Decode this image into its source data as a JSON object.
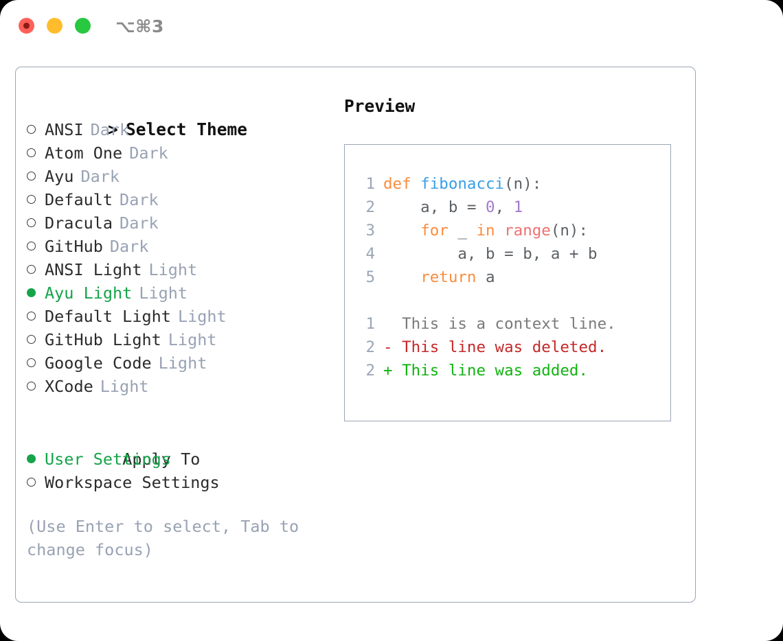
{
  "titlebar": {
    "shortcut": "⌥⌘3",
    "lights": [
      "close-red",
      "minimize-yellow",
      "zoom-green"
    ]
  },
  "theme_panel": {
    "header": "Select Theme",
    "header_prefix": "> ",
    "items": [
      {
        "label": "ANSI",
        "tag": "Dark",
        "selected": false
      },
      {
        "label": "Atom One",
        "tag": "Dark",
        "selected": false
      },
      {
        "label": "Ayu",
        "tag": "Dark",
        "selected": false
      },
      {
        "label": "Default",
        "tag": "Dark",
        "selected": false
      },
      {
        "label": "Dracula",
        "tag": "Dark",
        "selected": false
      },
      {
        "label": "GitHub",
        "tag": "Dark",
        "selected": false
      },
      {
        "label": "ANSI Light",
        "tag": "Light",
        "selected": false
      },
      {
        "label": "Ayu Light",
        "tag": "Light",
        "selected": true
      },
      {
        "label": "Default Light",
        "tag": "Light",
        "selected": false
      },
      {
        "label": "GitHub Light",
        "tag": "Light",
        "selected": false
      },
      {
        "label": "Google Code",
        "tag": "Light",
        "selected": false
      },
      {
        "label": "XCode",
        "tag": "Light",
        "selected": false
      }
    ]
  },
  "apply_to": {
    "header": "Apply To",
    "items": [
      {
        "label": "User Settings",
        "selected": true
      },
      {
        "label": "Workspace Settings",
        "selected": false
      }
    ]
  },
  "hint": "(Use Enter to select, Tab to change focus)",
  "preview": {
    "title": "Preview",
    "code_lines": [
      {
        "n": "1",
        "tokens": [
          {
            "t": "def ",
            "c": "kw"
          },
          {
            "t": "fibonacci",
            "c": "fn"
          },
          {
            "t": "(n):",
            "c": "punc"
          }
        ]
      },
      {
        "n": "2",
        "tokens": [
          {
            "t": "    a, b = ",
            "c": "var"
          },
          {
            "t": "0",
            "c": "num"
          },
          {
            "t": ", ",
            "c": "punc"
          },
          {
            "t": "1",
            "c": "num"
          }
        ]
      },
      {
        "n": "3",
        "tokens": [
          {
            "t": "    ",
            "c": "var"
          },
          {
            "t": "for",
            "c": "kw"
          },
          {
            "t": " _ ",
            "c": "var"
          },
          {
            "t": "in",
            "c": "kw"
          },
          {
            "t": " ",
            "c": "var"
          },
          {
            "t": "range",
            "c": "bi"
          },
          {
            "t": "(n):",
            "c": "punc"
          }
        ]
      },
      {
        "n": "4",
        "tokens": [
          {
            "t": "        a, b = b, a + b",
            "c": "var"
          }
        ]
      },
      {
        "n": "5",
        "tokens": [
          {
            "t": "    ",
            "c": "var"
          },
          {
            "t": "return",
            "c": "kw"
          },
          {
            "t": " a",
            "c": "var"
          }
        ]
      }
    ],
    "diff_lines": [
      {
        "n": "1",
        "sign": "  ",
        "text": "This is a context line.",
        "kind": "diff-ctx"
      },
      {
        "n": "2",
        "sign": "- ",
        "text": "This line was deleted.",
        "kind": "diff-del"
      },
      {
        "n": "2",
        "sign": "+ ",
        "text": "This line was added.",
        "kind": "diff-add"
      }
    ]
  },
  "colors": {
    "accent_green": "#16a34a",
    "muted": "#98a2b3",
    "border": "#9aa5b5",
    "keyword": "#fa8d3e",
    "function": "#399ee6",
    "number": "#a37acc",
    "builtin": "#f07171",
    "diff_add": "#12b312",
    "diff_del": "#c62828",
    "light_red": "#ff6059",
    "light_yellow": "#ffbd2e",
    "light_green": "#28c840"
  }
}
